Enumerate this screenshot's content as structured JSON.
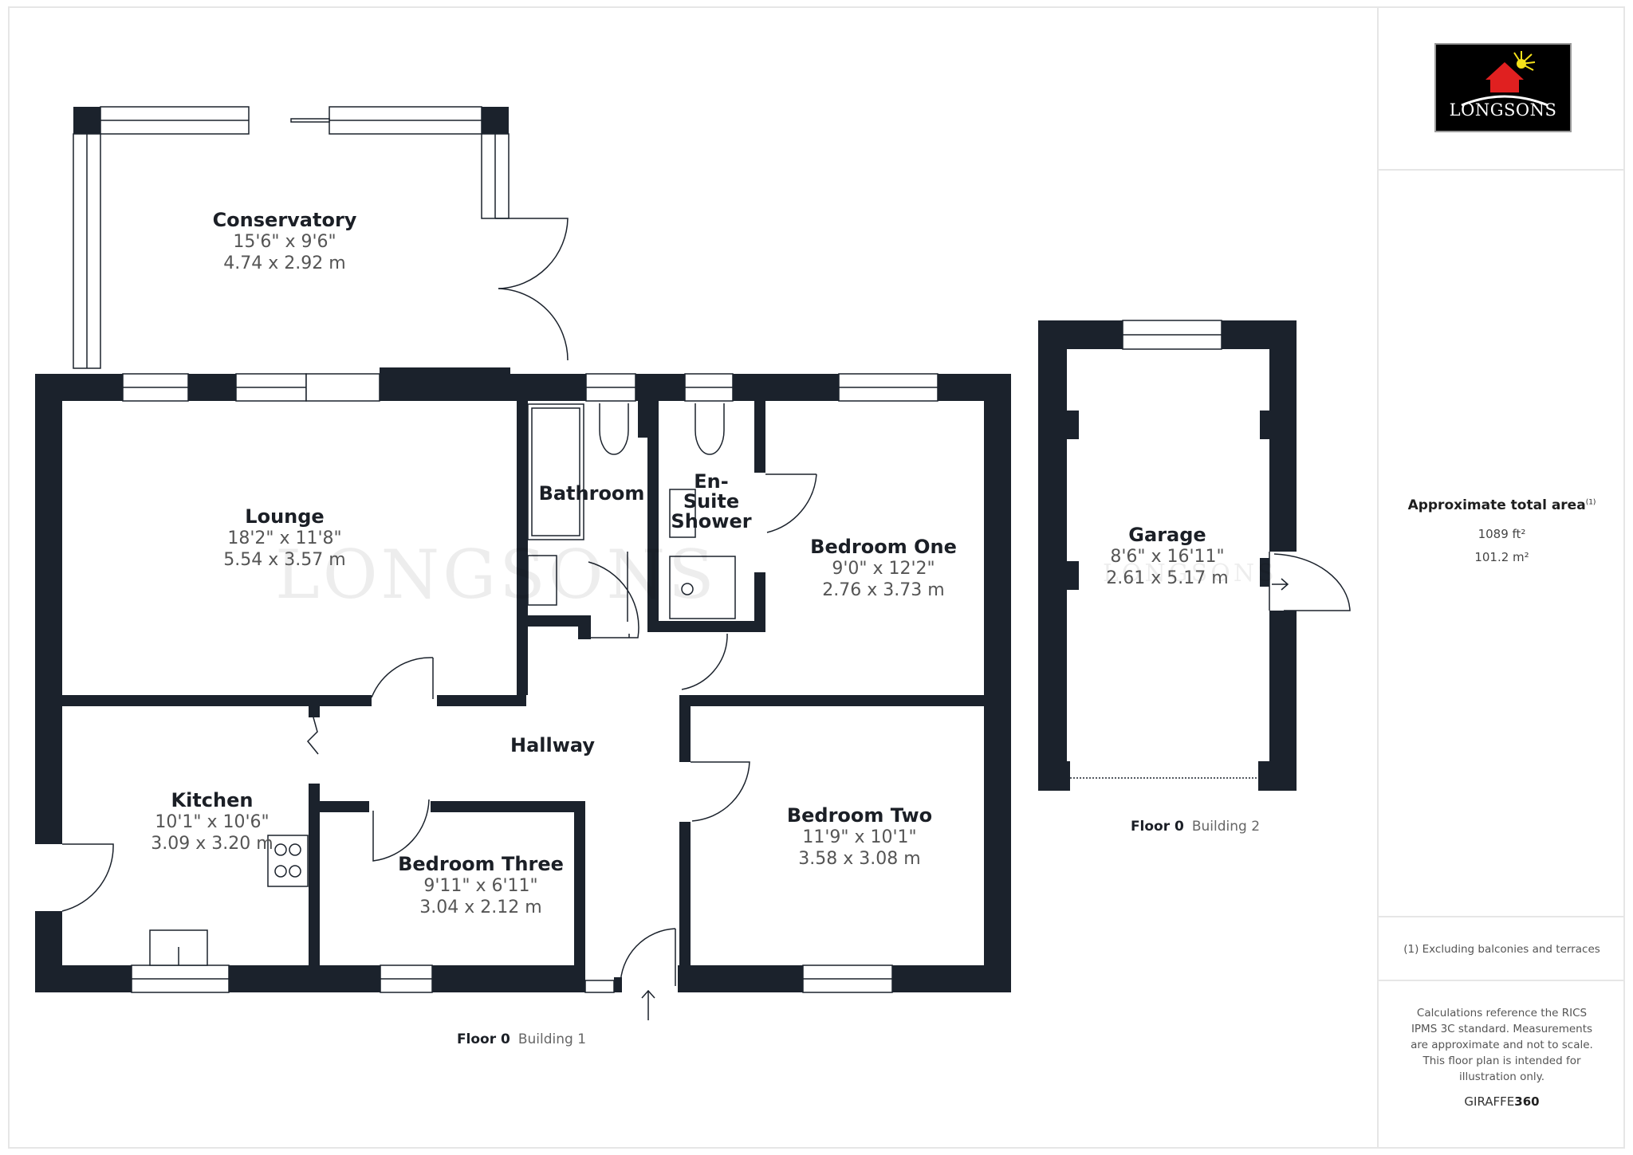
{
  "brand": {
    "logo_text": "LONGSONS",
    "watermark": "LONGSONS",
    "colors": {
      "logo_bg": "#000000",
      "roof": "#e02020",
      "sun": "#f5e21a",
      "wall": "#1b222c"
    }
  },
  "summary": {
    "title": "Approximate total area",
    "title_sup": "(1)",
    "area_ft": "1089 ft²",
    "area_m": "101.2 m²",
    "footnote": "(1) Excluding balconies and terraces",
    "disclaimer": "Calculations reference the RICS IPMS 3C standard. Measurements are approximate and not to scale. This floor plan is intended for illustration only.",
    "credit_a": "GIRAFFE",
    "credit_b": "360"
  },
  "buildings": [
    {
      "floor": "Floor 0",
      "name": "Building 1",
      "rooms": [
        {
          "name": "Conservatory",
          "imperial": "15'6\" x 9'6\"",
          "metric": "4.74 x 2.92 m"
        },
        {
          "name": "Lounge",
          "imperial": "18'2\" x 11'8\"",
          "metric": "5.54 x 3.57 m"
        },
        {
          "name": "Bathroom"
        },
        {
          "name": "En-Suite Shower"
        },
        {
          "name": "Bedroom One",
          "imperial": "9'0\" x 12'2\"",
          "metric": "2.76 x 3.73 m"
        },
        {
          "name": "Hallway"
        },
        {
          "name": "Kitchen",
          "imperial": "10'1\" x 10'6\"",
          "metric": "3.09 x 3.20 m"
        },
        {
          "name": "Bedroom Three",
          "imperial": "9'11\" x 6'11\"",
          "metric": "3.04 x 2.12 m"
        },
        {
          "name": "Bedroom Two",
          "imperial": "11'9\" x 10'1\"",
          "metric": "3.58 x 3.08 m"
        }
      ]
    },
    {
      "floor": "Floor 0",
      "name": "Building 2",
      "rooms": [
        {
          "name": "Garage",
          "imperial": "8'6\" x 16'11\"",
          "metric": "2.61 x 5.17 m"
        }
      ]
    }
  ]
}
